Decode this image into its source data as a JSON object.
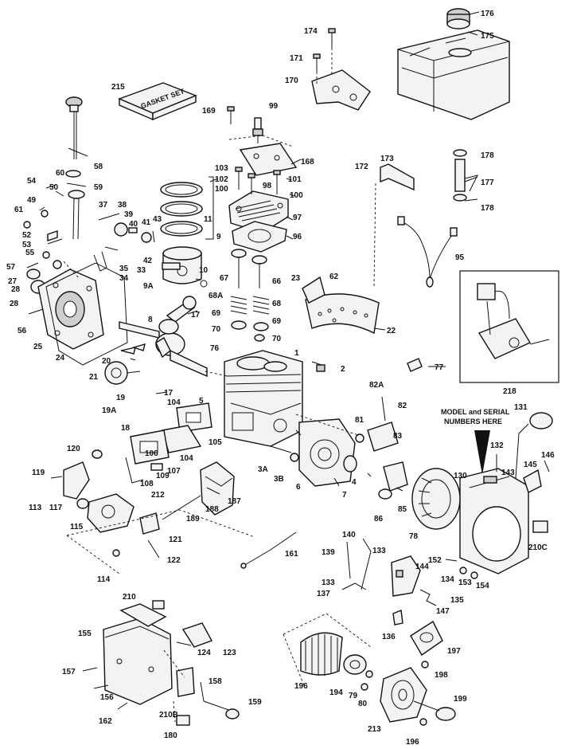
{
  "callouts": [
    "176",
    "175",
    "174",
    "171",
    "170",
    "169",
    "99",
    "168",
    "215",
    "58",
    "59",
    "60",
    "54",
    "49",
    "50",
    "61",
    "52",
    "53",
    "55",
    "57",
    "27",
    "28",
    "28b",
    "56",
    "25",
    "24",
    "37",
    "38",
    "39",
    "40",
    "41",
    "43",
    "42",
    "33",
    "35",
    "34",
    "11",
    "9",
    "10",
    "9A",
    "103",
    "102",
    "100",
    "98",
    "101",
    "100b",
    "97",
    "96",
    "172",
    "173",
    "95",
    "178",
    "177",
    "178b",
    "67",
    "66",
    "68A",
    "68",
    "69",
    "69b",
    "70",
    "70b",
    "23",
    "62",
    "22",
    "8",
    "17",
    "20",
    "76",
    "21",
    "1",
    "2",
    "77",
    "218",
    "19",
    "19A",
    "18",
    "17b",
    "104",
    "5",
    "105",
    "104b",
    "107",
    "106",
    "108",
    "109",
    "3A",
    "3B",
    "6",
    "7",
    "4",
    "81",
    "82A",
    "82",
    "83",
    "131",
    "132",
    "143",
    "146",
    "145",
    "130",
    "210C",
    "120",
    "119",
    "113",
    "117",
    "115",
    "212",
    "188",
    "187",
    "189",
    "121",
    "122",
    "114",
    "140",
    "139",
    "133",
    "161",
    "152",
    "144",
    "134",
    "153",
    "154",
    "133b",
    "137",
    "135",
    "147",
    "85",
    "86",
    "78",
    "136",
    "210",
    "155",
    "124",
    "123",
    "157",
    "156",
    "162",
    "158",
    "210B",
    "180",
    "159",
    "196",
    "194",
    "79",
    "80",
    "197",
    "198",
    "213",
    "199",
    "196b"
  ],
  "labels": {
    "gasket_set": "GASKET SET",
    "model_note_line1": "MODEL and SERIAL",
    "model_note_line2": "NUMBERS HERE"
  },
  "callout_text": {
    "176": "176",
    "175": "175",
    "174": "174",
    "171": "171",
    "170": "170",
    "169": "169",
    "99": "99",
    "168": "168",
    "215": "215",
    "58": "58",
    "59": "59",
    "60": "60",
    "54": "54",
    "49": "49",
    "50": "50",
    "61": "61",
    "52": "52",
    "53": "53",
    "55": "55",
    "57": "57",
    "27": "27",
    "28": "28",
    "28b": "28",
    "56": "56",
    "25": "25",
    "24": "24",
    "37": "37",
    "38": "38",
    "39": "39",
    "40": "40",
    "41": "41",
    "43": "43",
    "42": "42",
    "33": "33",
    "35": "35",
    "34": "34",
    "11": "11",
    "9": "9",
    "10": "10",
    "9A": "9A",
    "103": "103",
    "102": "102",
    "100": "100",
    "98": "98",
    "101": "101",
    "100b": "100",
    "97": "97",
    "96": "96",
    "172": "172",
    "173": "173",
    "95": "95",
    "178": "178",
    "177": "177",
    "178b": "178",
    "67": "67",
    "66": "66",
    "68A": "68A",
    "68": "68",
    "69": "69",
    "69b": "69",
    "70": "70",
    "70b": "70",
    "23": "23",
    "62": "62",
    "22": "22",
    "8": "8",
    "17": "17",
    "20": "20",
    "76": "76",
    "21": "21",
    "1": "1",
    "2": "2",
    "77": "77",
    "218": "218",
    "19": "19",
    "19A": "19A",
    "18": "18",
    "17b": "17",
    "104": "104",
    "5": "5",
    "105": "105",
    "104b": "104",
    "107": "107",
    "106": "106",
    "108": "108",
    "109": "109",
    "3A": "3A",
    "3B": "3B",
    "6": "6",
    "7": "7",
    "4": "4",
    "81": "81",
    "82A": "82A",
    "82": "82",
    "83": "83",
    "131": "131",
    "132": "132",
    "143": "143",
    "146": "146",
    "145": "145",
    "130": "130",
    "210C": "210C",
    "120": "120",
    "119": "119",
    "113": "113",
    "117": "117",
    "115": "115",
    "212": "212",
    "188": "188",
    "187": "187",
    "189": "189",
    "121": "121",
    "122": "122",
    "114": "114",
    "140": "140",
    "139": "139",
    "133": "133",
    "161": "161",
    "152": "152",
    "144": "144",
    "134": "134",
    "153": "153",
    "154": "154",
    "133b": "133",
    "137": "137",
    "135": "135",
    "147": "147",
    "85": "85",
    "86": "86",
    "78": "78",
    "136": "136",
    "210": "210",
    "155": "155",
    "124": "124",
    "123": "123",
    "157": "157",
    "156": "156",
    "162": "162",
    "158": "158",
    "210B": "210B",
    "180": "180",
    "159": "159",
    "196": "196",
    "194": "194",
    "79": "79",
    "80": "80",
    "197": "197",
    "198": "198",
    "213": "213",
    "199": "199",
    "196b": "196"
  }
}
